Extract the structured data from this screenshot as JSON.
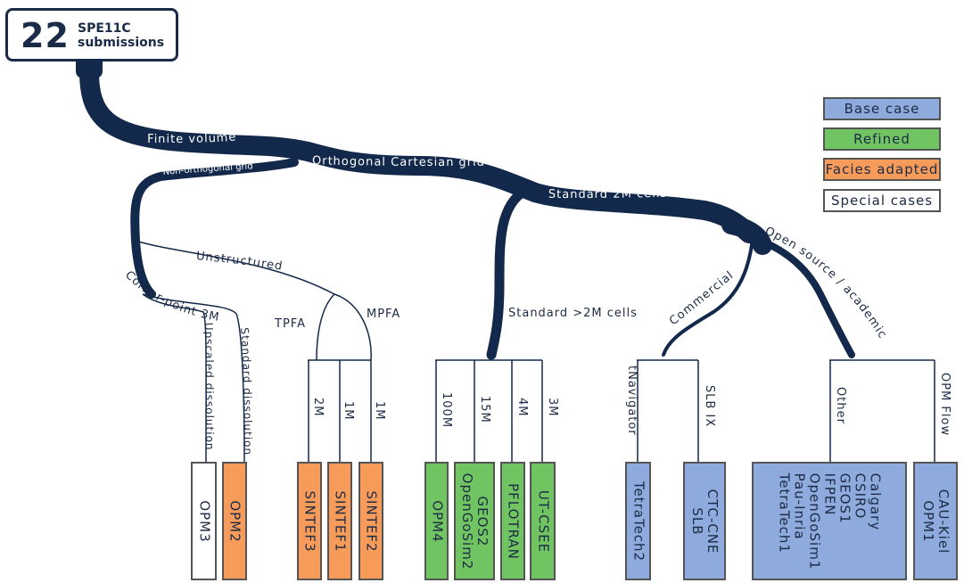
{
  "header": {
    "count": "22",
    "label_line1": "SPE11C",
    "label_line2": "submissions"
  },
  "legend": [
    {
      "label": "Base case",
      "color": "#8faadc"
    },
    {
      "label": "Refined",
      "color": "#70c562"
    },
    {
      "label": "Facies adapted",
      "color": "#f79b5a"
    },
    {
      "label": "Special cases",
      "color": "#ffffff"
    }
  ],
  "branches": {
    "finite_volume": "Finite volume",
    "orthogonal": "Orthogonal Cartesian grid",
    "non_orthogonal": "Non-orthogonal grid",
    "standard_2m": "Standard 2M cells",
    "unstructured": "Unstructured",
    "corner_point": "Corner-point 3M",
    "upscaled": "Upscaled dissolution",
    "standard_dissolution": "Standard dissolution",
    "tpfa": "TPFA",
    "mpfa": "MPFA",
    "standard_gt2m": "Standard >2M cells",
    "commercial": "Commercial",
    "open_source": "Open source / academic",
    "two_m": "2M",
    "one_m_a": "1M",
    "one_m_b": "1M",
    "hundred_m": "100M",
    "fifteen_m": "15M",
    "four_m": "4M",
    "three_m": "3M",
    "tnavigator": "tNavigator",
    "slb_ix": "SLB IX",
    "other": "Other",
    "opm_flow": "OPM Flow"
  },
  "leaves": {
    "opm3": "OPM3",
    "opm2": "OPM2",
    "sintef3": "SINTEF3",
    "sintef1": "SINTEF1",
    "sintef2": "SINTEF2",
    "opm4": "OPM4",
    "geos2": "GEOS2\nOpenGoSim2",
    "pflotran": "PFLOTRAN",
    "utcsee": "UT-CSEE",
    "tetratech2": "TetraTech2",
    "ctccne": "CTC-CNE\nSLB",
    "other_group": "Calgary\nCSIRO\nGEOS1\nIFPEN\nOpenGoSim1\nPau-Inria\nTetraTech1",
    "caukiel": "CAU-Kiel\nOPM1"
  }
}
